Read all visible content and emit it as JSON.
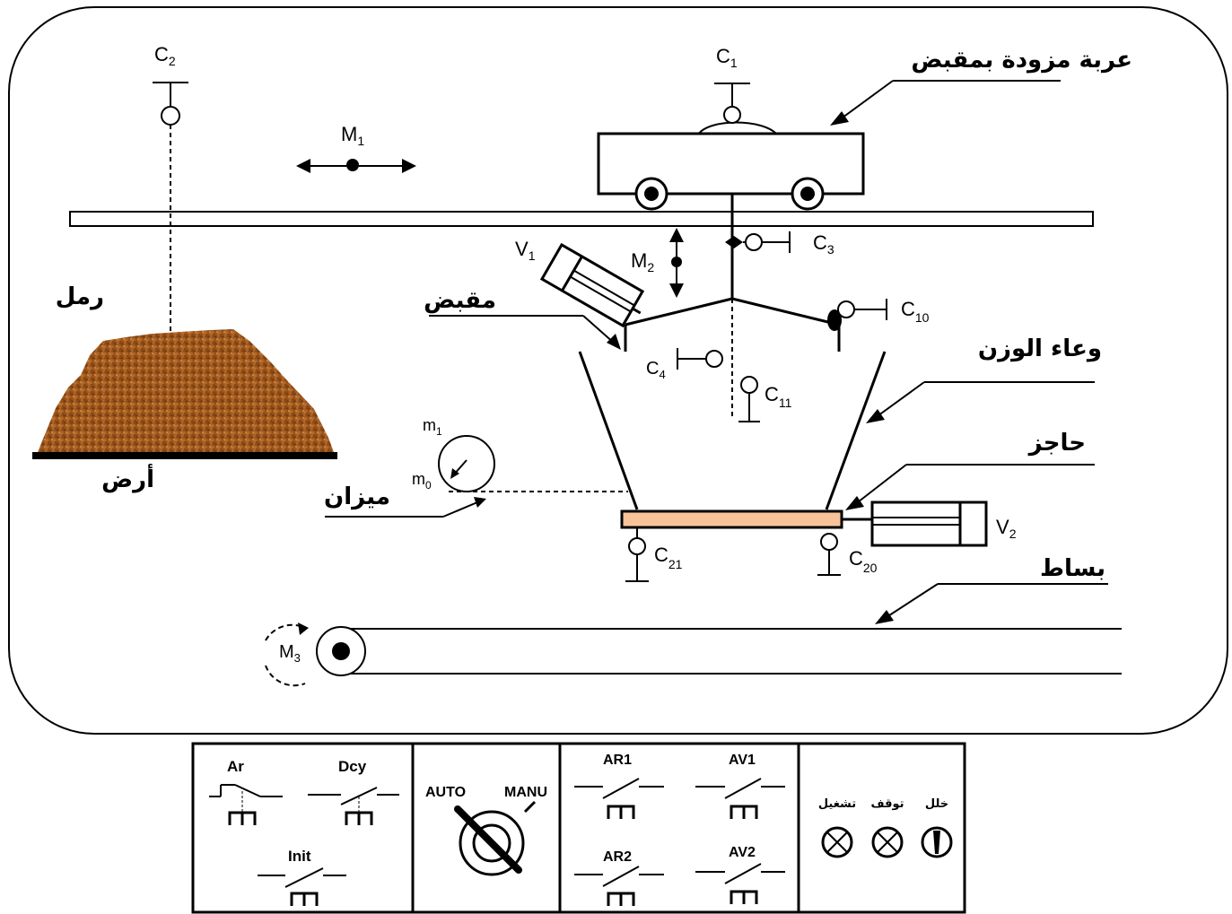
{
  "sensors": {
    "c1": {
      "base": "C",
      "sub": "1"
    },
    "c2": {
      "base": "C",
      "sub": "2"
    },
    "c3": {
      "base": "C",
      "sub": "3"
    },
    "c4": {
      "base": "C",
      "sub": "4"
    },
    "c10": {
      "base": "C",
      "sub": "10"
    },
    "c11": {
      "base": "C",
      "sub": "11"
    },
    "c20": {
      "base": "C",
      "sub": "20"
    },
    "c21": {
      "base": "C",
      "sub": "21"
    }
  },
  "motors": {
    "m1": {
      "base": "M",
      "sub": "1"
    },
    "m2": {
      "base": "M",
      "sub": "2"
    },
    "m3": {
      "base": "M",
      "sub": "3"
    }
  },
  "actuators": {
    "v1": {
      "base": "V",
      "sub": "1"
    },
    "v2": {
      "base": "V",
      "sub": "2"
    }
  },
  "scale": {
    "m1": {
      "base": "m",
      "sub": "1"
    },
    "m0": {
      "base": "m",
      "sub": "0"
    }
  },
  "labels": {
    "cart": "عربة مزودة بمقبض",
    "sand": "رمل",
    "ground": "أرض",
    "gripper": "مقبض",
    "weigh_bin": "وعاء الوزن",
    "barrier": "حاجز",
    "scale": "ميزان",
    "conveyor": "بساط"
  },
  "panel": {
    "ar": "Ar",
    "dcy": "Dcy",
    "init": "Init",
    "auto": "AUTO",
    "manu": "MANU",
    "ar1": "AR1",
    "av1": "AV1",
    "ar2": "AR2",
    "av2": "AV2",
    "lamp_run": "تشغيل",
    "lamp_stop": "توقف",
    "lamp_fault": "خلل"
  },
  "colors": {
    "sand": "#a0561c",
    "barrier": "#f9c39a",
    "line": "#000000"
  }
}
